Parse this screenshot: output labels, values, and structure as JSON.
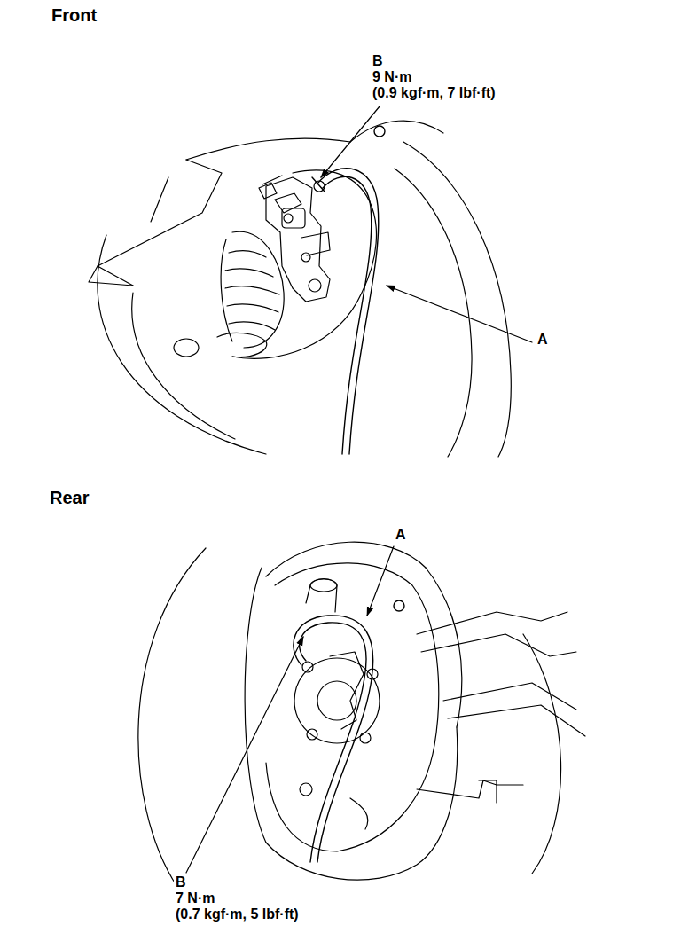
{
  "diagram": {
    "labels": [
      "Front",
      "B",
      "9 N·m",
      "(0.9 kgf·m, 7 lbf·ft)",
      "A",
      "Rear",
      "A",
      "B",
      "7 N·m",
      "(0.7 kgf·m, 5 lbf·ft)"
    ]
  }
}
